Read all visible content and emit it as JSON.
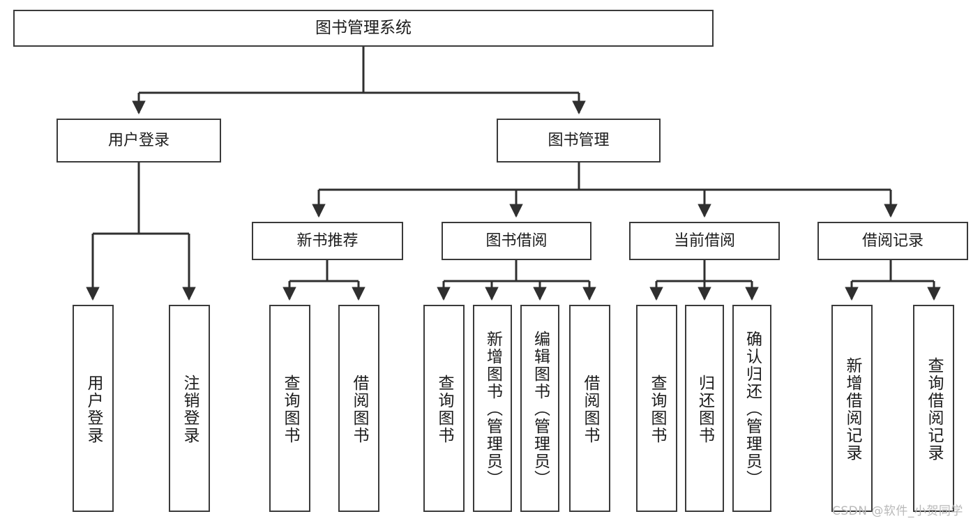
{
  "diagram": {
    "title": "图书管理系统",
    "type": "功能结构图",
    "root": {
      "id": "root",
      "label": "图书管理系统"
    },
    "level1": [
      {
        "id": "user-login",
        "label": "用户登录"
      },
      {
        "id": "book-manage",
        "label": "图书管理"
      }
    ],
    "level2": [
      {
        "id": "new-book-recommend",
        "label": "新书推荐"
      },
      {
        "id": "book-borrow",
        "label": "图书借阅"
      },
      {
        "id": "current-borrow",
        "label": "当前借阅"
      },
      {
        "id": "borrow-record",
        "label": "借阅记录"
      }
    ],
    "leaves": {
      "user_login": [
        {
          "id": "leaf-user-login",
          "label": "用户登录"
        },
        {
          "id": "leaf-logout",
          "label": "注销登录"
        }
      ],
      "new_book_recommend": [
        {
          "id": "leaf-query-book-1",
          "label": "查询图书"
        },
        {
          "id": "leaf-borrow-book-1",
          "label": "借阅图书"
        }
      ],
      "book_borrow": [
        {
          "id": "leaf-query-book-2",
          "label": "查询图书"
        },
        {
          "id": "leaf-add-book",
          "label": "新增图书（管理员）"
        },
        {
          "id": "leaf-edit-book",
          "label": "编辑图书（管理员）"
        },
        {
          "id": "leaf-borrow-book-2",
          "label": "借阅图书"
        }
      ],
      "current_borrow": [
        {
          "id": "leaf-query-book-3",
          "label": "查询图书"
        },
        {
          "id": "leaf-return-book",
          "label": "归还图书"
        },
        {
          "id": "leaf-confirm-return",
          "label": "确认归还（管理员）"
        }
      ],
      "borrow_record": [
        {
          "id": "leaf-add-record",
          "label": "新增借阅记录"
        },
        {
          "id": "leaf-query-record",
          "label": "查询借阅记录"
        }
      ]
    }
  },
  "watermark": {
    "text": "CSDN @软件_小贺同学"
  },
  "colors": {
    "stroke": "#3a3a3a",
    "background": "#ffffff",
    "text": "#1c1c1c",
    "watermark": "#b9b9b9"
  }
}
